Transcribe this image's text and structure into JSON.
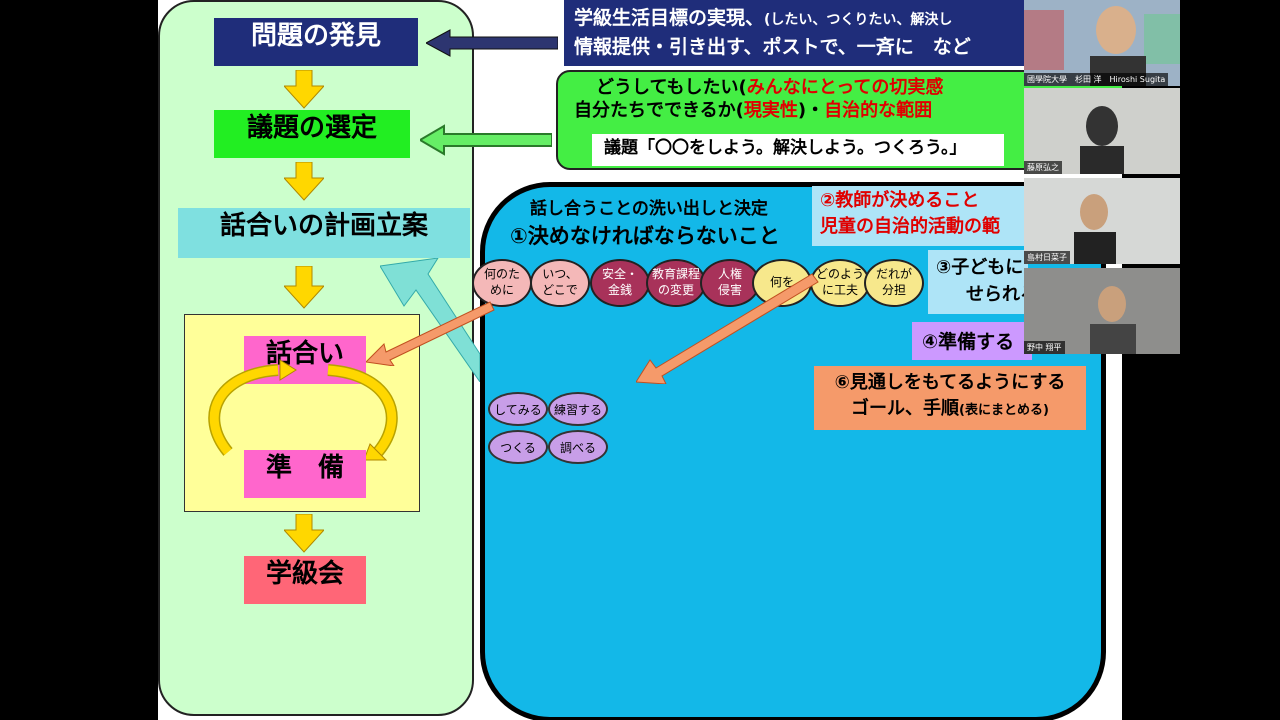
{
  "left_flow": {
    "problem": "問題の発見",
    "topic": "議題の選定",
    "plan": "話合いの計画立案",
    "discuss": "話合い",
    "prepare": "準　備",
    "class_meeting": "学級会"
  },
  "top_box": {
    "line1_main": "学級生活目標の実現、",
    "line1_sub": "(したい、つくりたい、解決し",
    "line2": "情報提供・引き出す、ポストで、一斉に　など"
  },
  "green_box": {
    "line1_a": "どうしてもしたい(",
    "line1_red": "みんなにとっての切実感",
    "line2_a": "自分たちでできるか(",
    "line2_red": "現実性",
    "line2_b": ")・",
    "line2_red2": "自治的な範囲",
    "topic_line": "議題「〇〇をしよう。解決しよう。つくろう。」"
  },
  "blue_area": {
    "heading": "話し合うことの洗い出しと決定",
    "item1": "①決めなければならないこと",
    "item2": "②教師が決めること",
    "item2_sub": "児童の自治的活動の範",
    "item3_a": "③子どもに",
    "item3_b": "せられる",
    "item4": "④準備する",
    "item6_a": "⑥見通しをもてるようにする",
    "item6_b": "ゴール、手順",
    "item6_c": "(表にまとめる)"
  },
  "circles": [
    {
      "label": "何のた\nめに",
      "color": "#f4b8b8"
    },
    {
      "label": "いつ、\nどこで",
      "color": "#f4b8b8"
    },
    {
      "label": "安全・\n金銭",
      "color": "#a8325a"
    },
    {
      "label": "教育課程\nの変更",
      "color": "#a8325a"
    },
    {
      "label": "人権\n侵害",
      "color": "#a8325a"
    },
    {
      "label": "何を",
      "color": "#f7e88c"
    },
    {
      "label": "どのよう\nに工夫",
      "color": "#f7e88c"
    },
    {
      "label": "だれが\n分担",
      "color": "#f7e88c"
    }
  ],
  "pills": [
    "してみる",
    "練習する",
    "つくる",
    "調べる"
  ],
  "participants": [
    {
      "name": "國學院大學　杉田 洋　Hiroshi Sugita"
    },
    {
      "name": "藤原弘之"
    },
    {
      "name": "島村日菜子"
    },
    {
      "name": "野中 翔平"
    }
  ],
  "colors": {
    "navy": "#1f2d7a",
    "green": "#22cc22",
    "cyan": "#66dddd",
    "pink": "#ff66cc",
    "salmon": "#ff6677",
    "yellow_arrow": "#ffd700",
    "orange": "#f59a6a",
    "lavender": "#cc99ff"
  }
}
